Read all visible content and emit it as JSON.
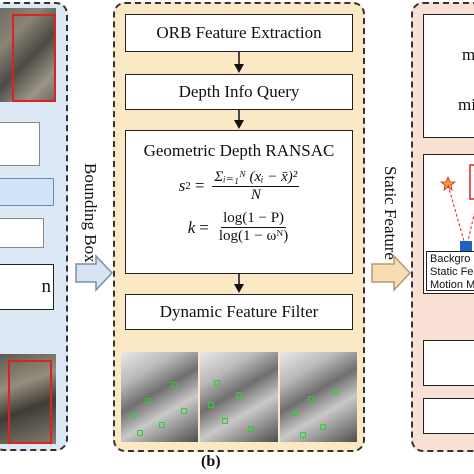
{
  "center": {
    "orb_label": "ORB Feature Extraction",
    "depth_label": "Depth Info Query",
    "ransac_title": "Geometric Depth RANSAC",
    "formula1_lhs": "s",
    "formula1_sup": "2",
    "formula1_num": "Σᵢ₌₁ᴺ (xᵢ − x̄)²",
    "formula1_den": "N",
    "formula2_lhs": "k",
    "formula2_num": "log(1 − P)",
    "formula2_den": "log(1 − ωᴺ)",
    "filter_label": "Dynamic Feature Filter",
    "caption": "(b)"
  },
  "arrows": {
    "left_label": "Bounding Box",
    "right_label": "Static Feature"
  },
  "left": {
    "box_fragment": "n"
  },
  "right": {
    "text_top1": "mi",
    "text_top2": "mi",
    "legend_line1": "Backgro",
    "legend_line2": "Static Fe",
    "legend_line3": "Motion M"
  }
}
